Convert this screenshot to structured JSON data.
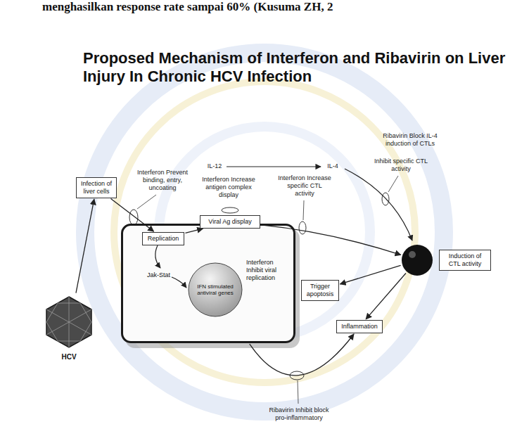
{
  "diagram": {
    "title": "Proposed Mechanism of Interferon and Ribavirin on Liver Injury In Chronic HCV Infection",
    "nodes": [
      {
        "text": [
          "Infection of liver cells"
        ]
      },
      {
        "text": [
          "Jak-Stat",
          "Interferon Inhibit viral replication"
        ]
      },
      {
        "text": [
          "Replication"
        ],
        "in": 1
      },
      {
        "text": [
          "Viral Ag display"
        ],
        "in": 1
      },
      {
        "text": [
          "IFN stimulated antiviral genes"
        ],
        "in": 1
      },
      {
        "text": [
          "Trigger apoptosis"
        ]
      },
      {
        "text": [
          "Inflammation"
        ]
      },
      {
        "text": [
          "Induction of CTL activity"
        ]
      },
      {
        "text": [
          "HCV"
        ]
      }
    ],
    "edges": [
      {
        "from": 8,
        "to": 0,
        "arrow": "to"
      },
      {
        "from": 0,
        "to": 2,
        "arrow": "to"
      },
      {
        "from": 2,
        "to": 3,
        "arrow": "to"
      },
      {
        "from": 3,
        "to": 7,
        "arrow": "to"
      },
      {
        "from": 7,
        "to": 5,
        "arrow": "to"
      },
      {
        "from": 7,
        "to": 6,
        "arrow": "to"
      },
      {
        "from": 1,
        "to": 6,
        "arrow": "to"
      }
    ],
    "labels": [
      "menghasilkan response rate sampai 60% (Kusuma ZH, 2",
      "IL-12",
      "IL-4",
      "Ribavirin Block IL-4 induction of CTLs",
      "Inhibit specific CTL activity",
      "Interferon Increase specific CTL activity",
      "Interferon Increase antigen complex display",
      "Interferon Prevent binding, entry, uncoating",
      "Ribavirin Inhibit block pro-inflammatory"
    ]
  }
}
